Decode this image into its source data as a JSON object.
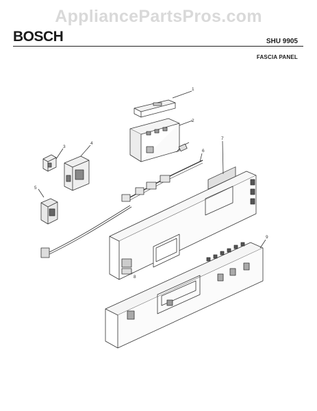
{
  "watermark": "AppliancePartsPros.com",
  "header": {
    "brand": "BOSCH",
    "model": "SHU 9905",
    "section": "FASCIA PANEL"
  },
  "callouts": [
    "1",
    "2",
    "3",
    "4",
    "5",
    "6",
    "7",
    "8",
    "9"
  ],
  "colors": {
    "line": "#333333",
    "watermark": "#d9d9d9"
  }
}
